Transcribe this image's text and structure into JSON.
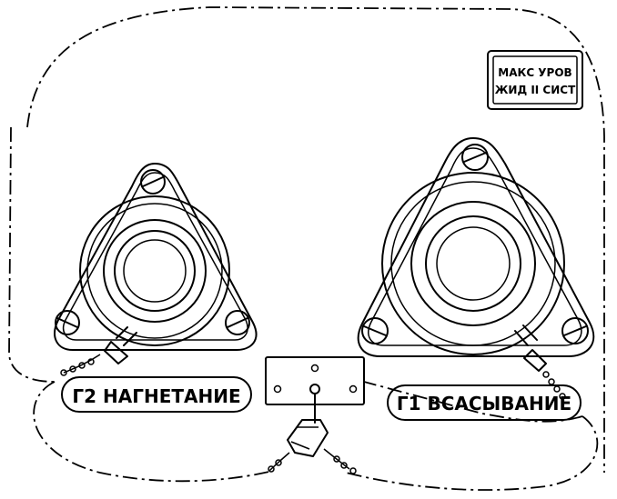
{
  "labels": {
    "pump_left": "Г2 НАГНЕТАНИЕ",
    "pump_right": "Г1 ВСАСЫВАНИЕ",
    "plate_line1": "МАКС УРОВ",
    "plate_line2": "ЖИД II СИСТ"
  }
}
